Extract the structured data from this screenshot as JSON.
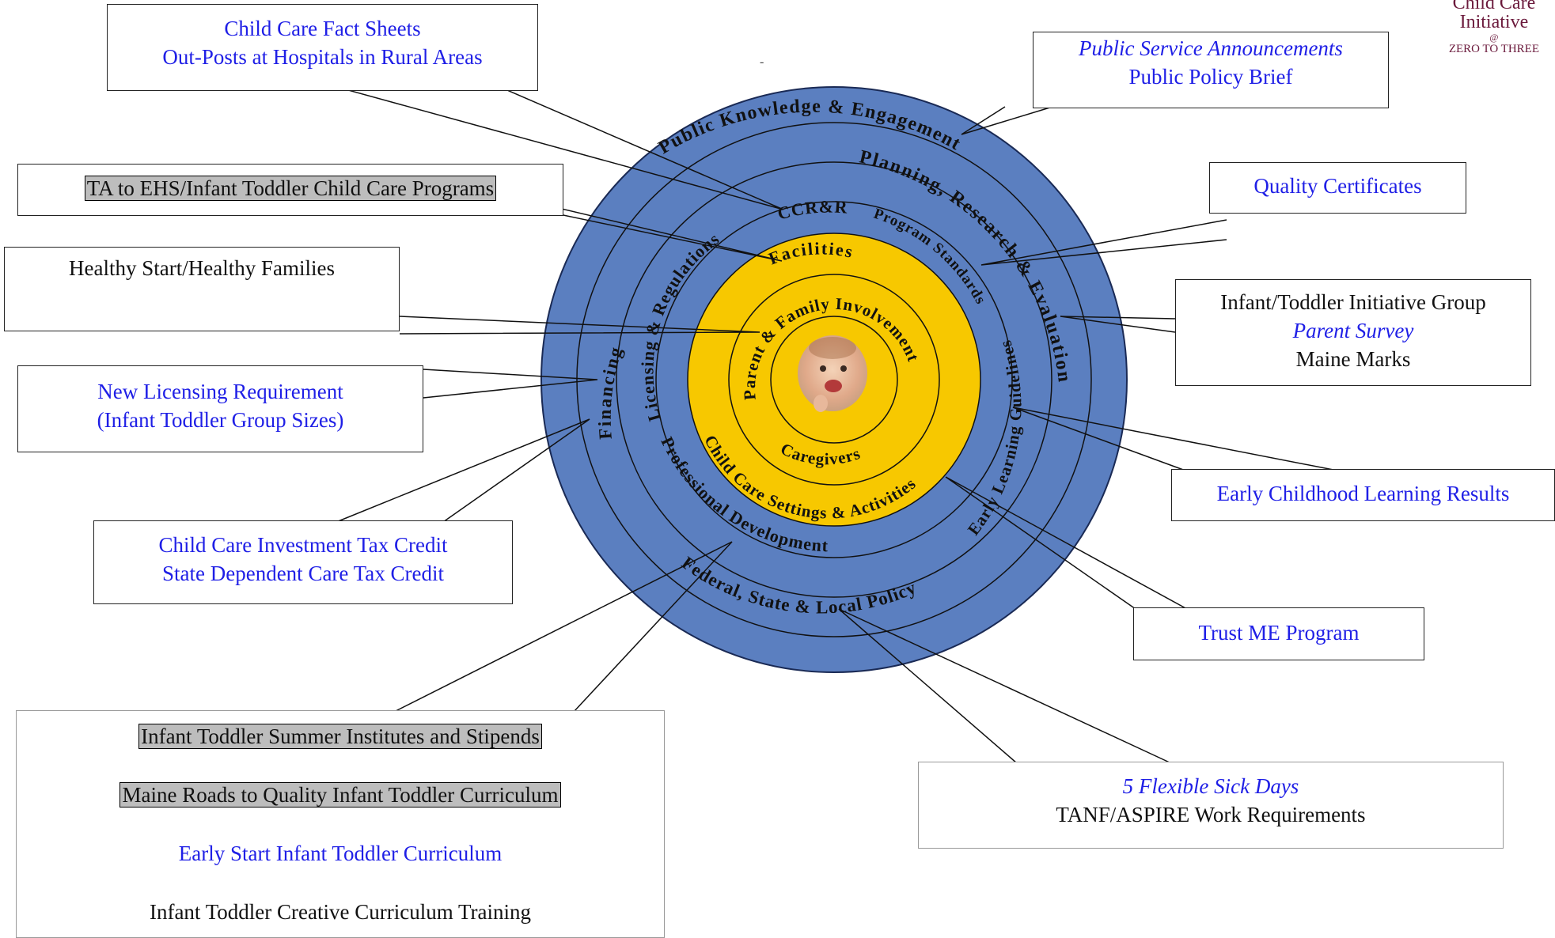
{
  "logo": {
    "line1": "Child Care",
    "line2": "Initiative",
    "at": "@",
    "org": "ZERO TO THREE"
  },
  "rings": {
    "outer": [
      "Public Knowledge & Engagement",
      "Planning, Research & Evaluation",
      "Financing",
      "Federal, State & Local Policy"
    ],
    "middle": [
      "CCR&R",
      "Program Standards",
      "Licensing & Regulations",
      "Early Learning Guidelines",
      "Professional Development"
    ],
    "yellow": [
      "Facilities",
      "Child Care Settings & Activities"
    ],
    "inner": [
      "Parent & Family Involvement",
      "Caregivers"
    ]
  },
  "boxes": {
    "fact_sheets": [
      "Child Care Fact Sheets",
      "Out-Posts at Hospitals in Rural Areas"
    ],
    "psa": [
      "Public Service Announcements",
      "Public Policy Brief"
    ],
    "ta_ehs": "TA to EHS/Infant Toddler Child Care Programs",
    "quality_certificates": "Quality Certificates",
    "healthy_start": "Healthy Start/Healthy Families",
    "initiative_group": [
      "Infant/Toddler Initiative Group",
      "Parent Survey",
      "Maine Marks"
    ],
    "licensing": [
      "New Licensing Requirement",
      "(Infant Toddler Group Sizes)"
    ],
    "learning_results": "Early Childhood Learning Results",
    "tax_credit": [
      "Child Care Investment Tax Credit",
      "State Dependent Care Tax Credit"
    ],
    "trust_me": "Trust ME Program",
    "curricula": [
      "Infant Toddler Summer Institutes and Stipends",
      "Maine Roads to Quality Infant Toddler Curriculum",
      "Early Start Infant Toddler Curriculum",
      "Infant Toddler Creative Curriculum Training"
    ],
    "sick_days": [
      "5 Flexible Sick Days",
      "TANF/ASPIRE Work Requirements"
    ]
  },
  "colors": {
    "outer_ring": "#5b7fc0",
    "yellow_ring": "#f7c800",
    "highlight": "#bdbdbd",
    "blue_text": "#1f1fe6",
    "logo": "#6b1a3c"
  }
}
